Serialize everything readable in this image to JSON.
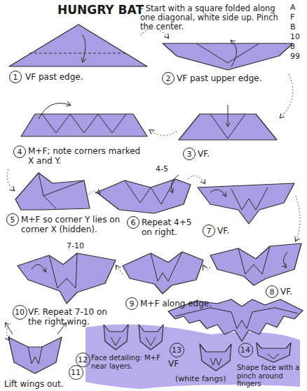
{
  "diagram": {
    "title": "HUNGRY BAT",
    "nodes": [
      {
        "text": [
          "1"
        ]
      },
      {
        "text": [
          "2"
        ]
      },
      {
        "text": [
          "3"
        ]
      },
      {
        "text": [
          "4"
        ]
      },
      {
        "text": [
          "5"
        ]
      },
      {
        "text": [
          "6"
        ]
      },
      {
        "text": [
          "7"
        ]
      },
      {
        "text": [
          "8"
        ]
      },
      {
        "text": [
          "9"
        ]
      },
      {
        "text": [
          "10"
        ]
      },
      {
        "text": [
          "11"
        ]
      },
      {
        "text": [
          "12"
        ]
      },
      {
        "text": [
          "13"
        ]
      },
      {
        "text": [
          "14"
        ]
      }
    ],
    "labels": [
      "- Start with a square folded along one diagonal, white side up. Pinch the center.",
      "A",
      "F",
      "B",
      "10",
      "8",
      "99",
      "VF past edge.",
      "VF past upper edge.",
      "VF.",
      "M+F; note corners marked X and Y.",
      "M+F so corner Y lies on corner X (hidden).",
      "4-5",
      "Repeat 4+5 on right.",
      "VF.",
      "VF.",
      "M+F along edge.",
      "7-10",
      "VF. Repeat 7-10 on the right wing.",
      "Lift wings out.",
      "Face detailing: M+F near layers.",
      "VF",
      "(white fangs)",
      "Shape face with a pinch around fingers"
    ]
  }
}
